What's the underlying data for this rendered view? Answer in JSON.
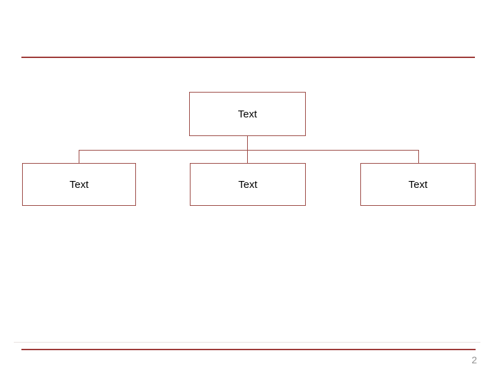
{
  "slide": {
    "page_number": "2"
  },
  "colors": {
    "accent": "#9e3a38",
    "shape-border": "#9c4a45",
    "connector": "#9c4a45",
    "light-rule": "#e8e1df",
    "page-number": "#909090",
    "text": "#000000"
  },
  "org_chart": {
    "root": {
      "label": "Text"
    },
    "children": [
      {
        "label": "Text"
      },
      {
        "label": "Text"
      },
      {
        "label": "Text"
      }
    ]
  }
}
